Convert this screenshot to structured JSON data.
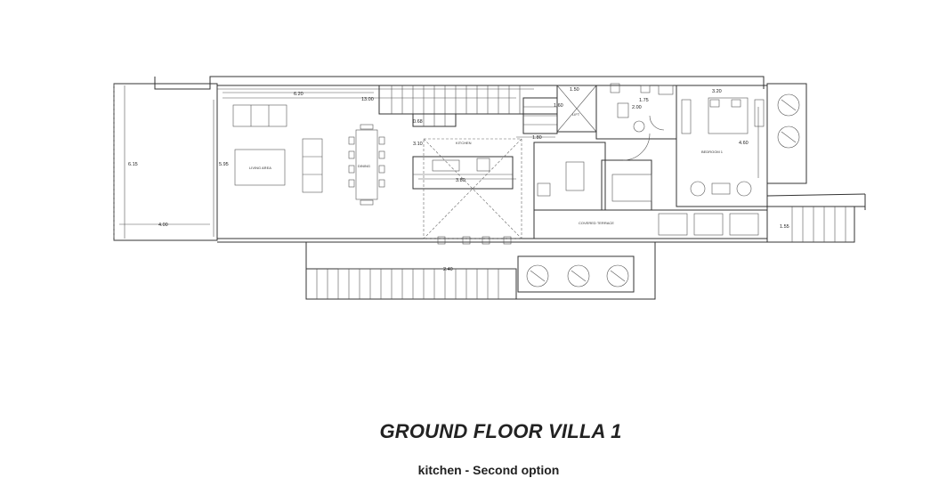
{
  "title": "GROUND FLOOR VILLA 1",
  "subtitle": "kitchen - Second option",
  "dimensions": {
    "d_620": "6.20",
    "d_1300": "13.00",
    "d_615": "6.15",
    "d_595": "5.95",
    "d_400": "4.00",
    "d_068": "0.68",
    "d_310": "3.10",
    "d_380": "3.80",
    "d_150": "1.50",
    "d_160": "1.60",
    "d_180": "1.80",
    "d_175": "1.75",
    "d_200": "2.00",
    "d_320": "3.20",
    "d_460": "4.60",
    "d_240": "2.40",
    "d_155": "1.55"
  },
  "colors": {
    "ink": "#333333",
    "background": "#ffffff"
  }
}
